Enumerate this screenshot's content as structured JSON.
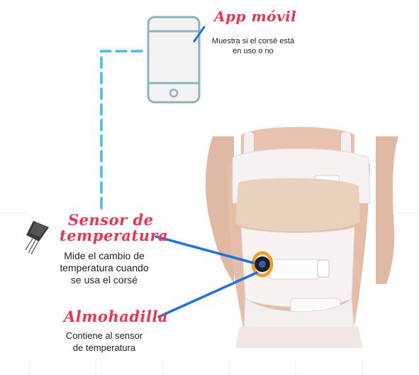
{
  "app": {
    "title": "App móvil",
    "description": "Muestra si el corsé está en uso o no"
  },
  "sensor": {
    "title_line1": "Sensor de",
    "title_line2": "temperatura",
    "description_line1": "Mide el cambio de",
    "description_line2": "temperatura cuando",
    "description_line3": "se usa el corsé"
  },
  "pad": {
    "title": "Almohadilla",
    "description_line1": "Contiene al sensor",
    "description_line2": "de temperatura"
  },
  "colors": {
    "accent_red": "#f0334f",
    "connector_blue": "#1a73e8",
    "dashed_cyan": "#3fc1e6",
    "phone_outline": "#8fb3ba",
    "pad_ring_orange": "#f59b1f"
  },
  "icons": [
    "phone-icon",
    "temperature-sensor-icon",
    "corset-figure"
  ]
}
